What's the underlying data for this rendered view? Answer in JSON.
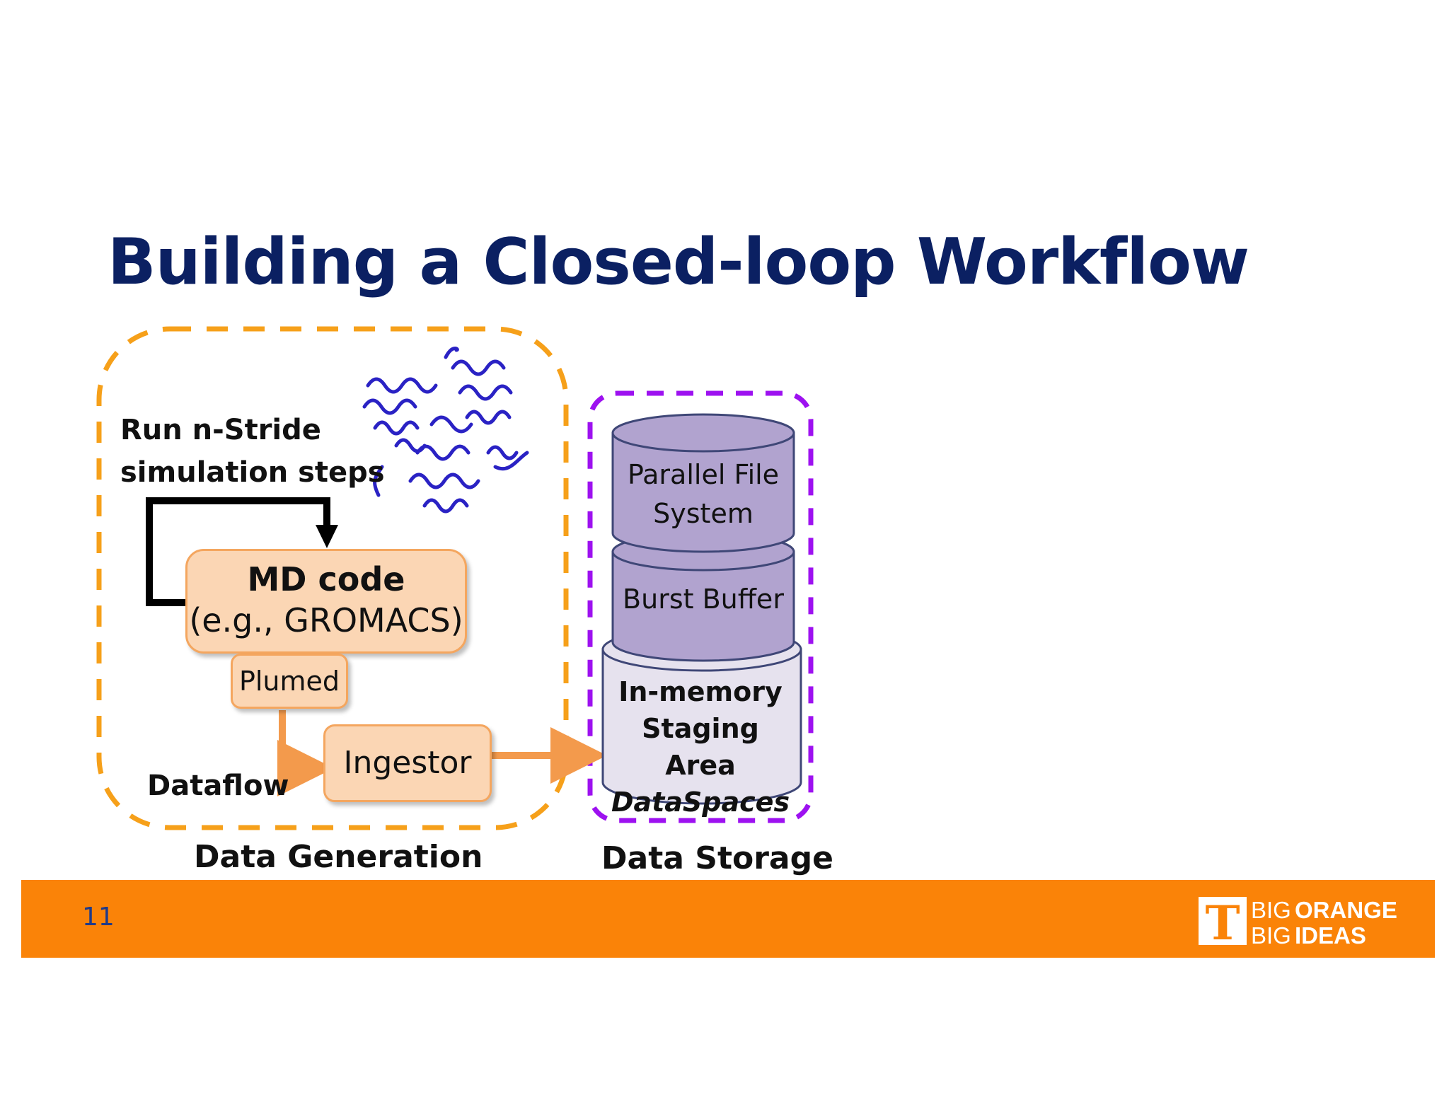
{
  "title": "Building a Closed-loop Workflow",
  "generation": {
    "run_label_line1": "Run n-Stride",
    "run_label_line2": "simulation steps",
    "md_code_title": "MD code",
    "md_code_sub": "(e.g., GROMACS)",
    "plumed": "Plumed",
    "ingestor": "Ingestor",
    "dataflow": "Dataflow",
    "caption": "Data Generation"
  },
  "storage": {
    "pfs_line1": "Parallel File",
    "pfs_line2": "System",
    "burst_buffer": "Burst Buffer",
    "inmem_line1": "In-memory",
    "inmem_line2": "Staging Area",
    "inmem_line3": "DataSpaces",
    "caption": "Data Storage"
  },
  "footer": {
    "page_number": "11",
    "logo_line1_a": "BIG",
    "logo_line1_b": "ORANGE",
    "logo_line2_a": "BIG",
    "logo_line2_b": "IDEAS",
    "logo_mark": "T"
  },
  "colors": {
    "title": "#0b2062",
    "orange_dash": "#f6a01a",
    "purple_dash": "#9d11f0",
    "box_fill": "#fbd6b4",
    "box_border": "#f4a65f",
    "cylinder_purple": "#b1a3cf",
    "cylinder_light": "#e6e2ee",
    "footer_bar": "#fa8308",
    "protein": "#2a22c4"
  },
  "icons": [
    "protein-structure-icon",
    "ut-power-t-logo-icon"
  ]
}
